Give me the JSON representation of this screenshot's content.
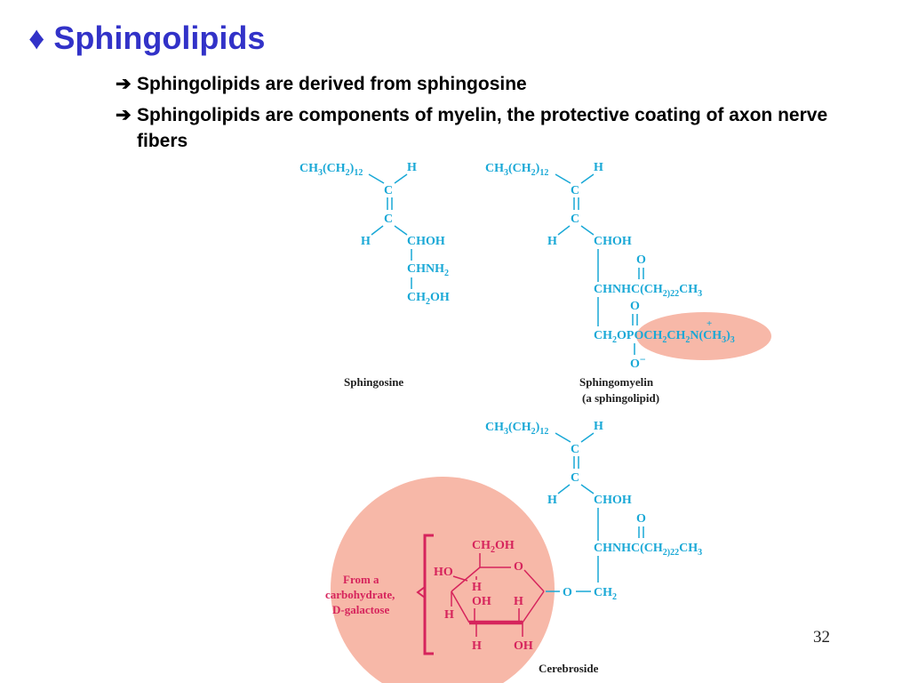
{
  "slide": {
    "title_bullet": "♦",
    "title": "Sphingolipids",
    "bullets": [
      {
        "arrow": "➔",
        "text": "Sphingolipids are derived from sphingosine"
      },
      {
        "arrow": "➔",
        "text": "Sphingolipids are components of myelin, the protective coating of axon nerve fibers"
      }
    ],
    "page_number": "32"
  },
  "figure": {
    "sphingosine_caption": "Sphingosine",
    "sphingomyelin_caption_1": "Sphingomyelin",
    "sphingomyelin_caption_2": "(a sphingolipid)",
    "cerebroside_caption": "Cerebroside",
    "galactose_label_1": "From a",
    "galactose_label_2": "carbohydrate,",
    "galactose_label_3": "D-galactose"
  },
  "colors": {
    "title": "#3232c8",
    "structure": "#19a8d6",
    "sugar": "#d6245c",
    "highlight": "#f7b8a8"
  }
}
